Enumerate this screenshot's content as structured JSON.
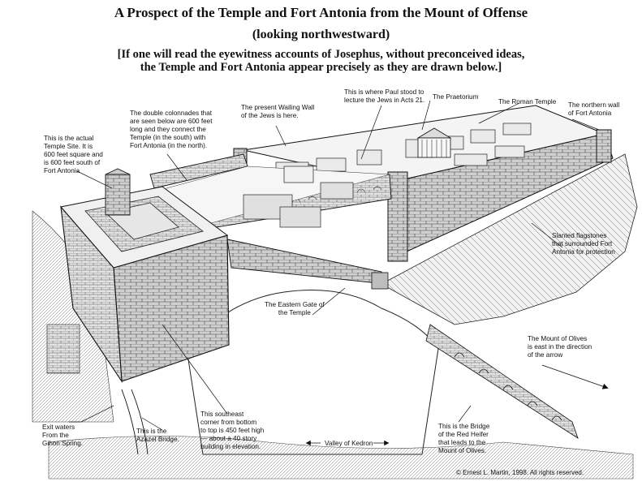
{
  "header": {
    "title": "A Prospect of the Temple and Fort Antonia from the Mount of Offense",
    "subtitle": "(looking northwestward)",
    "note_line1": "[If one will read the eyewitness accounts of Josephus, without preconceived ideas,",
    "note_line2": "the Temple and Fort Antonia appear precisely as they are drawn below.]"
  },
  "labels": {
    "actual_temple_site": "This is the actual\nTemple Site. It is\n600 feet square and\nis 600 feet south of\nFort Antonia",
    "double_colonnades": "The double colonnades that\nare seen below are 600 feet\nlong and they connect the\nTemple (in the south) with\nFort Antonia (in the north).",
    "wailing_wall": "The present Wailing Wall\nof the Jews is here.",
    "paul_stood": "This is where Paul stood to\nlecture the Jews in Acts 21.",
    "praetorium": "The Praetorium",
    "roman_temple": "The Roman Temple",
    "northern_wall": "The northern wall\nof Fort Antonia",
    "slanted_flagstones": "Slanted flagstones\nthat surrounded Fort\nAntonia for protection",
    "eastern_gate": "The Eastern Gate of\nthe Temple",
    "mount_of_olives": "The Mount of Olives\nis east in the direction\nof the arrow",
    "exit_waters": "Exit waters\nFrom the\nGihon Spring.",
    "azazel_bridge": "This is the\nAzazel Bridge.",
    "southeast_corner": "This southeast\ncorner from bottom\nto top is 450 feet high\n— about a 40 story\nbuilding in elevation.",
    "valley_of_kedron": "Valley of Kedron",
    "red_heifer_bridge": "This is the Bridge\nof the Red Heifer\nthat leads to the\nMount of Olives."
  },
  "footer": {
    "copyright": "© Ernest L. Martin, 1998.  All rights reserved."
  },
  "colors": {
    "ink": "#111111",
    "paper": "#ffffff",
    "stone": "#d9d9d9"
  }
}
